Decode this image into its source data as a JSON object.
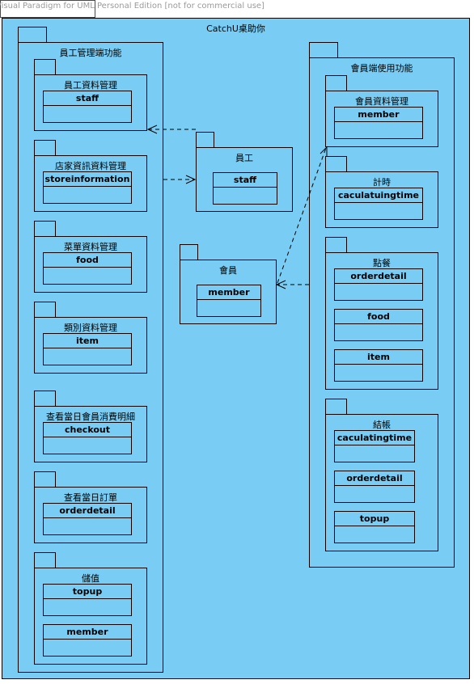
{
  "watermark": "Visual Paradigm for UML Personal Edition [not for commercial use]",
  "diagram": {
    "title": "CatchU桌助你",
    "admin_package": {
      "title": "員工管理端功能",
      "subpackages": [
        {
          "title": "員工資料管理",
          "classes": [
            "staff"
          ]
        },
        {
          "title": "店家資訊資料管理",
          "classes": [
            "storeinformation"
          ]
        },
        {
          "title": "菜單資料管理",
          "classes": [
            "food"
          ]
        },
        {
          "title": "類別資料管理",
          "classes": [
            "item"
          ]
        },
        {
          "title": "查看當日會員消費明細",
          "classes": [
            "checkout"
          ]
        },
        {
          "title": "查看當日訂單",
          "classes": [
            "orderdetail"
          ]
        },
        {
          "title": "儲值",
          "classes": [
            "topup",
            "member"
          ]
        }
      ]
    },
    "staff_package": {
      "title": "員工",
      "classes": [
        "staff"
      ]
    },
    "member_package": {
      "title": "會員",
      "classes": [
        "member"
      ]
    },
    "member_app_package": {
      "title": "會員端使用功能",
      "subpackages": [
        {
          "title": "會員資料管理",
          "classes": [
            "member"
          ]
        },
        {
          "title": "計時",
          "classes": [
            "caculatuingtime"
          ]
        },
        {
          "title": "點餐",
          "classes": [
            "orderdetail",
            "food",
            "item"
          ]
        },
        {
          "title": "結帳",
          "classes": [
            "caculatingtime",
            "orderdetail",
            "topup"
          ]
        }
      ]
    }
  }
}
